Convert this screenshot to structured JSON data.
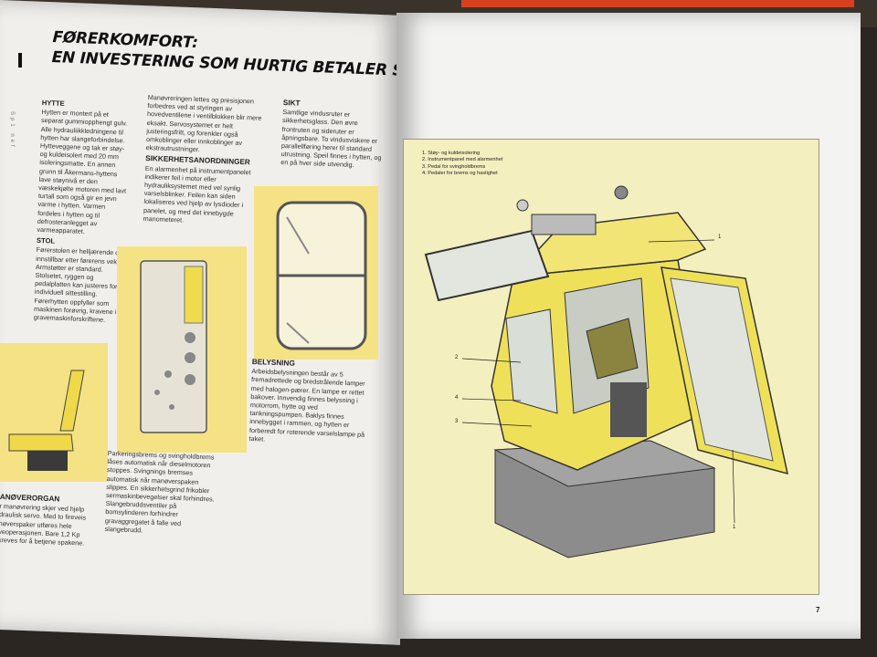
{
  "left_page": {
    "heading_line1": "FØRERKOMFORT:",
    "heading_line2": "EN INVESTERING SOM HURTIG BETALER SEG.",
    "col1": {
      "hytte_title": "HYTTE",
      "hytte_text": "Hytten er montert på et separat gummiopphengt gulv. Alle hydrauliikkledningene til hytten har slangeforbindelse. Hytteveggene og tak er støy- og kuldeisolert med 20 mm isoleringsmatte. En annen grunn til Åkermans-hyttens lave støynivå er den væskekjølte motoren med lavt turtall som også gir en jevn varme i hytten. Varmen fordeles i hytten og til defrosteranlegget av varmeapparatet.",
      "stol_title": "STOL",
      "stol_text": "Førerstolen er helljærende og innstillbar etter førerens vekt. Armstøtter er standard. Stolsetet, ryggen og pedalplatten kan justeres for individuell sittestilling. Førerhytten oppfyller som maskinen forøvrig, kravene i gravemaskinforskriftene."
    },
    "col2": {
      "intro_text": "Manøvreringen lettes og presisjonen forbedres ved at styringen av hovedventilene i ventilblokken blir mere eksakt. Servosystemet er helt justeringsfritt, og forenkler også omkoblinger eller innkoblinger av ekstrautrustninger.",
      "sikkerhet_title": "SIKKERHETSANORDNINGER",
      "sikkerhet_text": "En alarmenhet på instrumentpanelet indikerer feil i motor eller hydrauliksystemet med vel synlig varselsblinker. Feilen kan siden lokaliseres ved hjelp av lysdioder i panelet, og med det innebygde manometeret.",
      "park_text": "Parkeringsbrems og svingholdbrems låses automatisk når dieselmotoren stoppes. Svingnings bremses automatisk når manøverspaken slippes. En sikkerhetsgrind frikobler sermaskinbevegelser skal forhindres. Slangebruddsventiler på bomsylinderen forhindrer gravaggregatet å falle ved slangebrudd."
    },
    "col3": {
      "sikt_title": "SIKT",
      "sikt_text": "Samtlige vindusruter er sikkerhetsglass. Den øvre frontruten og sideruter er åpningsbare. To vindusviskere er parallellføring herer til standard utrustning. Speil finnes i hytten, og en på hver side utvendig.",
      "belysning_title": "BELYSNING",
      "belysning_text": "Arbeidsbelysningen består av 5 fremadrettede og bredstrålende lamper med halogen-pærer. En lampe er rettet bakover. Innvendig finnes belysning i motorrom, hytte og ved tankningspumpen. Baklys finnes innebygget i rammen, og hytten er forberedt for roterende varselslampe på taket."
    },
    "bottom_left": {
      "title": "ANØVERORGAN",
      "text": "r manøvrering skjer ved hjelp draulisk servo. Med to fireveis nøverspaker utføres hele veoperasjonen. Bare 1,2 Kp kreves for å betjene spakene."
    },
    "side_mark": "Sp1 nef"
  },
  "right_page": {
    "legend": [
      "1.  Støy- og kuldeisolering",
      "2.  Instrumentpanel med alarmenhet",
      "3.  Pedal for svingholdbrems",
      "4.  Pedaler for brems og hastighet"
    ],
    "callouts": {
      "c1_top": "1",
      "c2": "2",
      "c4": "4",
      "c3": "3",
      "c1_bottom": "1"
    },
    "page_number": "7"
  },
  "colors": {
    "accent_yellow": "#f5e284",
    "cab_yellow": "#efe05a",
    "paper": "#f1efec"
  }
}
